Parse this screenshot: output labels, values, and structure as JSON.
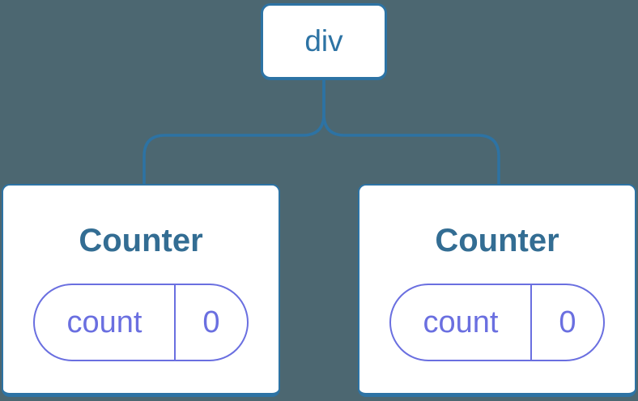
{
  "colors": {
    "background": "#4c6771",
    "node_border_blue": "#2d73a4",
    "root_label_blue": "#2d73a4",
    "component_title_blue": "#336d93",
    "state_violet": "#6a6fe0",
    "card_background": "#ffffff"
  },
  "diagram": {
    "root": {
      "label": "div"
    },
    "children": [
      {
        "title": "Counter",
        "state": {
          "key": "count",
          "value": "0"
        }
      },
      {
        "title": "Counter",
        "state": {
          "key": "count",
          "value": "0"
        }
      }
    ]
  }
}
